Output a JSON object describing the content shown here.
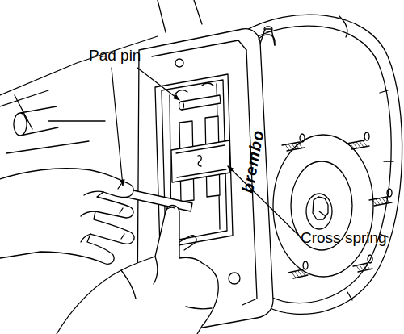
{
  "diagram": {
    "labels": [
      "Pad pin",
      "Cross spring",
      "brembo"
    ]
  }
}
